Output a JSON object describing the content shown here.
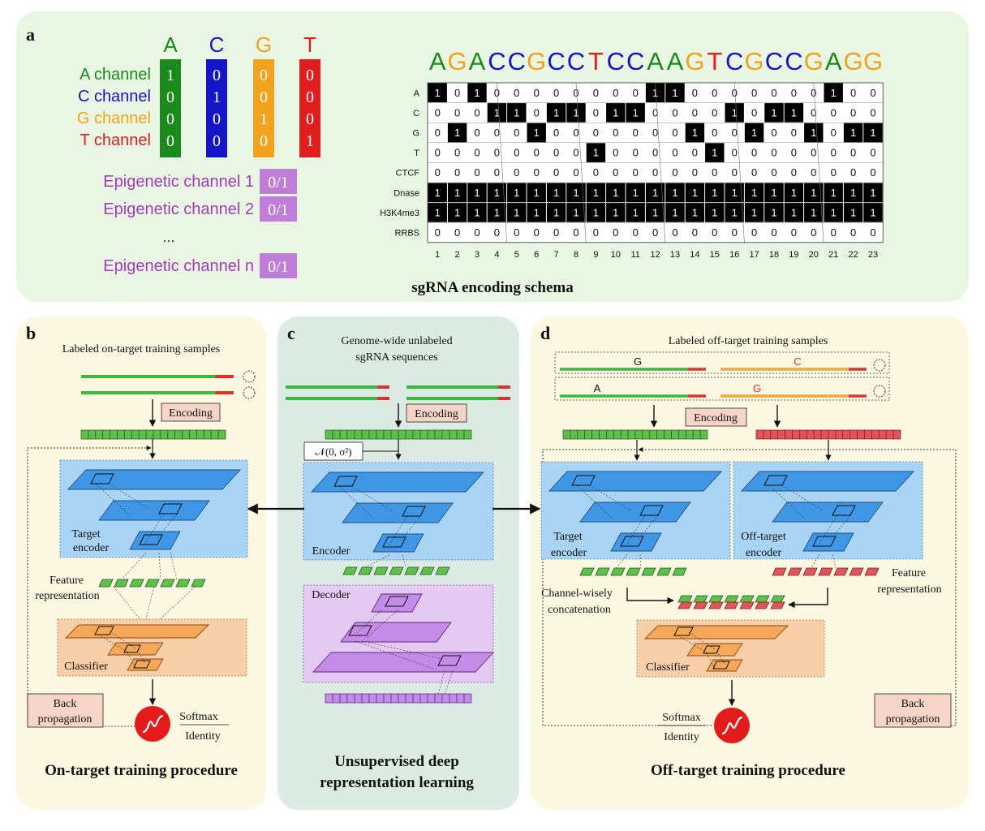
{
  "panel_a": {
    "letter": "a",
    "caption": "sgRNA encoding schema",
    "nucleotides": [
      "A",
      "C",
      "G",
      "T"
    ],
    "channels": [
      "A channel",
      "C channel",
      "G channel",
      "T channel"
    ],
    "onehot_columns": [
      [
        "1",
        "0",
        "0",
        "0"
      ],
      [
        "0",
        "1",
        "0",
        "0"
      ],
      [
        "0",
        "0",
        "1",
        "0"
      ],
      [
        "0",
        "0",
        "0",
        "1"
      ]
    ],
    "epigenetic": [
      {
        "label": "Epigenetic channel 1",
        "value": "0/1"
      },
      {
        "label": "Epigenetic channel 2",
        "value": "0/1"
      },
      {
        "label": "...",
        "value": ""
      },
      {
        "label": "Epigenetic channel n",
        "value": "0/1"
      }
    ],
    "sequence": "AGACCGCCTCCAAGTCGCCGAGG",
    "row_labels": [
      "A",
      "C",
      "G",
      "T",
      "CTCF",
      "Dnase",
      "H3K4me3",
      "RRBS"
    ],
    "matrix": [
      [
        1,
        0,
        1,
        0,
        0,
        0,
        0,
        0,
        0,
        0,
        0,
        1,
        1,
        0,
        0,
        0,
        0,
        0,
        0,
        0,
        1,
        0,
        0
      ],
      [
        0,
        0,
        0,
        1,
        1,
        0,
        1,
        1,
        0,
        1,
        1,
        0,
        0,
        0,
        0,
        1,
        0,
        1,
        1,
        0,
        0,
        0,
        0
      ],
      [
        0,
        1,
        0,
        0,
        0,
        1,
        0,
        0,
        0,
        0,
        0,
        0,
        0,
        1,
        0,
        0,
        1,
        0,
        0,
        1,
        0,
        1,
        1
      ],
      [
        0,
        0,
        0,
        0,
        0,
        0,
        0,
        0,
        1,
        0,
        0,
        0,
        0,
        0,
        1,
        0,
        0,
        0,
        0,
        0,
        0,
        0,
        0
      ],
      [
        0,
        0,
        0,
        0,
        0,
        0,
        0,
        0,
        0,
        0,
        0,
        0,
        0,
        0,
        0,
        0,
        0,
        0,
        0,
        0,
        0,
        0,
        0
      ],
      [
        1,
        1,
        1,
        1,
        1,
        1,
        1,
        1,
        1,
        1,
        1,
        1,
        1,
        1,
        1,
        1,
        1,
        1,
        1,
        1,
        1,
        1,
        1
      ],
      [
        1,
        1,
        1,
        1,
        1,
        1,
        1,
        1,
        1,
        1,
        1,
        1,
        1,
        1,
        1,
        1,
        1,
        1,
        1,
        1,
        1,
        1,
        1
      ],
      [
        0,
        0,
        0,
        0,
        0,
        0,
        0,
        0,
        0,
        0,
        0,
        0,
        0,
        0,
        0,
        0,
        0,
        0,
        0,
        0,
        0,
        0,
        0
      ]
    ],
    "positions": [
      "1",
      "2",
      "3",
      "4",
      "5",
      "6",
      "7",
      "8",
      "9",
      "10",
      "11",
      "12",
      "13",
      "14",
      "15",
      "16",
      "17",
      "18",
      "19",
      "20",
      "21",
      "22",
      "23"
    ]
  },
  "panel_b": {
    "letter": "b",
    "samples_label": "Labeled on-target training samples",
    "encoding": "Encoding",
    "encoder_label": [
      "Target",
      "encoder"
    ],
    "feature_label": [
      "Feature",
      "representation"
    ],
    "classifier": "Classifier",
    "backprop": [
      "Back",
      "propagation"
    ],
    "softmax": "Softmax",
    "identity": "Identity",
    "title": "On-target training procedure"
  },
  "panel_c": {
    "letter": "c",
    "samples_label": [
      "Genome-wide unlabeled",
      "sgRNA sequences"
    ],
    "encoding": "Encoding",
    "noise": "𝒩(0, σ²)",
    "encoder_label": "Encoder",
    "decoder_label": "Decoder",
    "title": [
      "Unsupervised deep",
      "representation learning"
    ]
  },
  "panel_d": {
    "letter": "d",
    "samples_label": "Labeled off-target training samples",
    "seq_letters": [
      [
        "G",
        "C"
      ],
      [
        "A",
        "G"
      ]
    ],
    "encoding": "Encoding",
    "target_encoder": [
      "Target",
      "encoder"
    ],
    "offtarget_encoder": [
      "Off-target",
      "encoder"
    ],
    "feature_label": [
      "Feature",
      "representation"
    ],
    "concat_label": [
      "Channel-wisely",
      "concatenation"
    ],
    "classifier": "Classifier",
    "backprop": [
      "Back",
      "propagation"
    ],
    "softmax": "Softmax",
    "identity": "Identity",
    "title": "Off-target training procedure"
  },
  "colors": {
    "A": "#1a8a1a",
    "C": "#1515c8",
    "G": "#f2a21d",
    "T": "#e01e1e",
    "epigenetic": "#a23cb8",
    "panel_a_bg": "#e8f6e3",
    "panel_bd_bg": "#fdf8e2",
    "panel_c_bg": "#dcebe4",
    "encoder_blue": "#a9d4f5",
    "layer_blue": "#3f97e6",
    "decoder_purple": "#e4c9f2",
    "layer_purple": "#c48be8",
    "classifier_orange": "#f9cfaa",
    "layer_orange": "#f5a85a",
    "feature_green": "#5fbf4a",
    "feature_red": "#e0555a",
    "encoding_box": "#f6d5c8"
  }
}
